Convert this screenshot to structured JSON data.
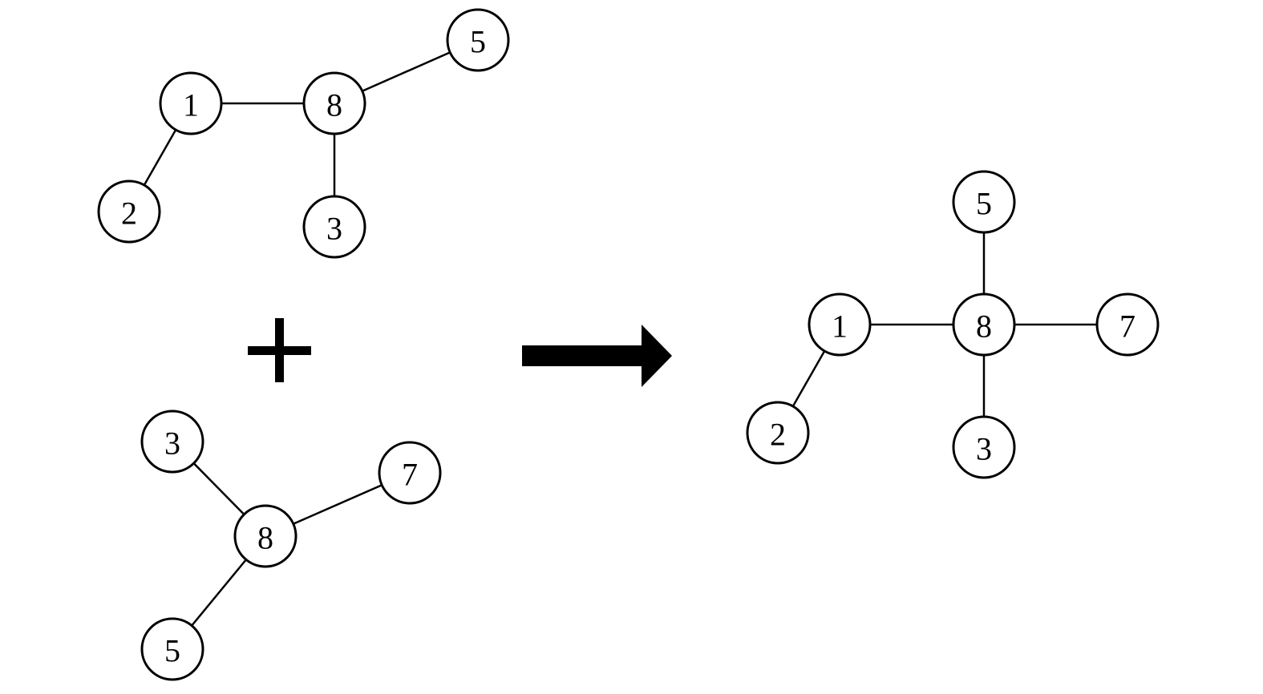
{
  "graphs": [
    {
      "name": "input-tree-a",
      "nodes": [
        "1",
        "8",
        "5",
        "2",
        "3"
      ],
      "edges": [
        [
          "1",
          "8"
        ],
        [
          "8",
          "5"
        ],
        [
          "1",
          "2"
        ],
        [
          "8",
          "3"
        ]
      ]
    },
    {
      "name": "input-tree-b",
      "nodes": [
        "3",
        "8",
        "7",
        "5"
      ],
      "edges": [
        [
          "3",
          "8"
        ],
        [
          "8",
          "7"
        ],
        [
          "8",
          "5"
        ]
      ]
    },
    {
      "name": "merged-tree",
      "nodes": [
        "5",
        "1",
        "8",
        "7",
        "2",
        "3"
      ],
      "edges": [
        [
          "1",
          "8"
        ],
        [
          "8",
          "5"
        ],
        [
          "8",
          "7"
        ],
        [
          "8",
          "3"
        ],
        [
          "1",
          "2"
        ]
      ]
    }
  ],
  "operators": {
    "combine": "plus",
    "result": "right-arrow"
  },
  "colors": {
    "stroke": "#000000",
    "fill": "#ffffff"
  }
}
